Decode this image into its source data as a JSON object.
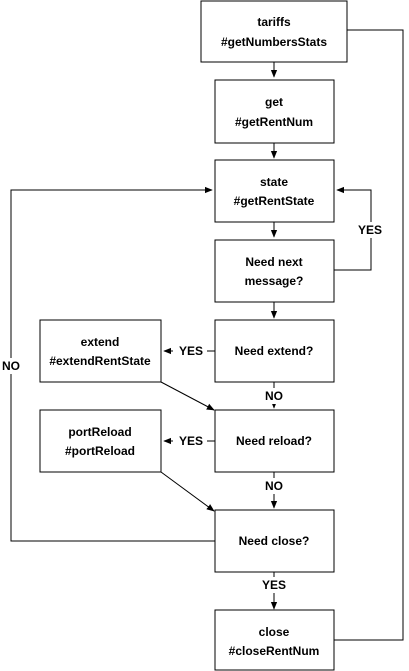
{
  "nodes": {
    "tariffs": {
      "line1": "tariffs",
      "line2": "#getNumbersStats"
    },
    "get": {
      "line1": "get",
      "line2": "#getRentNum"
    },
    "state": {
      "line1": "state",
      "line2": "#getRentState"
    },
    "need_next": {
      "line1": "Need next",
      "line2": "message?"
    },
    "need_extend": {
      "line1": "Need extend?"
    },
    "extend": {
      "line1": "extend",
      "line2": "#extendRentState"
    },
    "need_reload": {
      "line1": "Need reload?"
    },
    "port_reload": {
      "line1": "portReload",
      "line2": "#portReload"
    },
    "need_close": {
      "line1": "Need close?"
    },
    "close": {
      "line1": "close",
      "line2": "#closeRentNum"
    }
  },
  "edge_labels": {
    "next_yes": "YES",
    "extend_yes": "YES",
    "extend_no": "NO",
    "reload_yes": "YES",
    "reload_no": "NO",
    "close_yes": "YES",
    "close_no": "NO"
  }
}
